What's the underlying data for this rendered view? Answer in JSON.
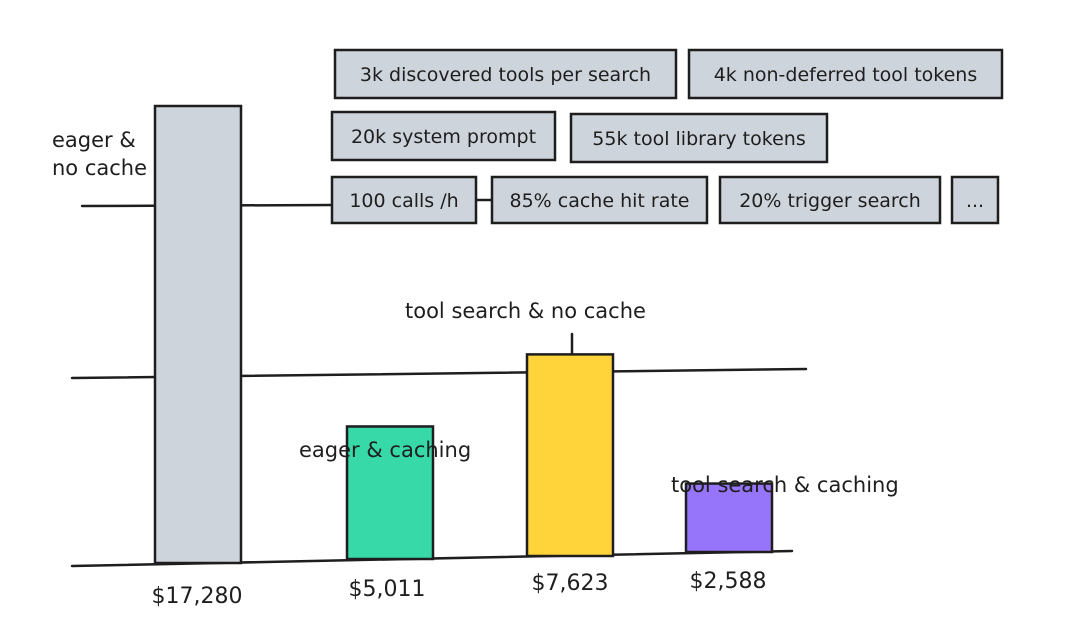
{
  "chart_data": {
    "type": "bar",
    "title": "",
    "xlabel": "",
    "ylabel": "",
    "ylim": [
      0,
      17280
    ],
    "grid": false,
    "legend": "none",
    "categories": [
      "eager & no cache",
      "eager & caching",
      "tool search & no cache",
      "tool search & caching"
    ],
    "values": [
      17280,
      5011,
      7623,
      2588
    ],
    "value_labels": [
      "$17,280",
      "$5,011",
      "$7,623",
      "$2,588"
    ],
    "colors": [
      "#ced4db",
      "#38d9a9",
      "#ffd43b",
      "#9775fa"
    ],
    "category_label_lines": [
      [
        "eager &",
        "no cache"
      ],
      [
        "eager & caching"
      ],
      [
        "tool search & no cache"
      ],
      [
        "tool search & caching"
      ]
    ],
    "assumptions": [
      [
        "3k discovered tools per search",
        "4k non-deferred tool tokens"
      ],
      [
        "20k system prompt",
        "55k tool library tokens"
      ],
      [
        "100 calls /h",
        "85% cache hit rate",
        "20% trigger search",
        "..."
      ]
    ]
  },
  "colors": {
    "stroke": "#1e1e1e",
    "assumption_fill": "#ced4db"
  }
}
